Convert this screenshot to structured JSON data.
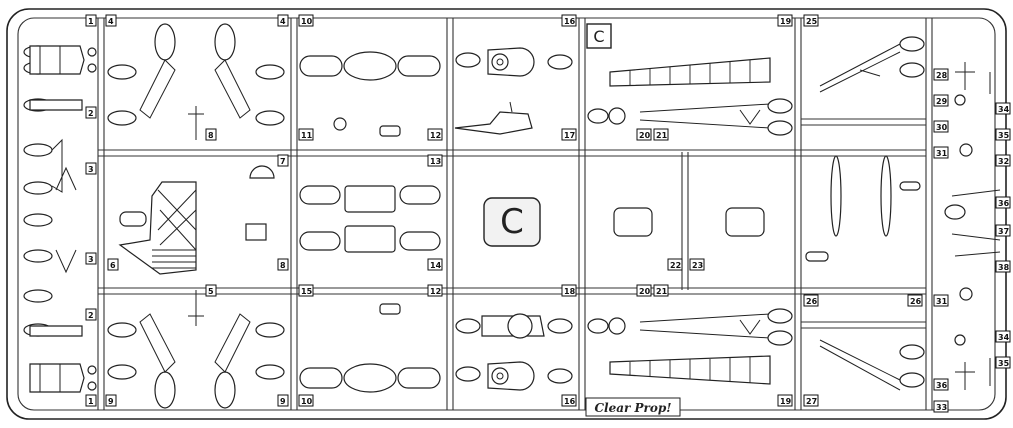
{
  "sprue": {
    "letter": "C",
    "center_letter": "C",
    "brand": "Clear Prop!"
  },
  "part_numbers": [
    "1",
    "2",
    "3",
    "3",
    "2",
    "1",
    "4",
    "4",
    "5",
    "6",
    "6",
    "5",
    "7",
    "8",
    "8",
    "9",
    "9",
    "10",
    "11",
    "12",
    "13",
    "14",
    "15",
    "12",
    "10",
    "16",
    "17",
    "18",
    "16",
    "19",
    "20",
    "21",
    "22",
    "23",
    "20",
    "21",
    "19",
    "25",
    "26",
    "26",
    "27",
    "28",
    "29",
    "30",
    "31",
    "32",
    "33",
    "34",
    "35",
    "36",
    "37",
    "38",
    "31",
    "34",
    "35",
    "36",
    "33"
  ]
}
